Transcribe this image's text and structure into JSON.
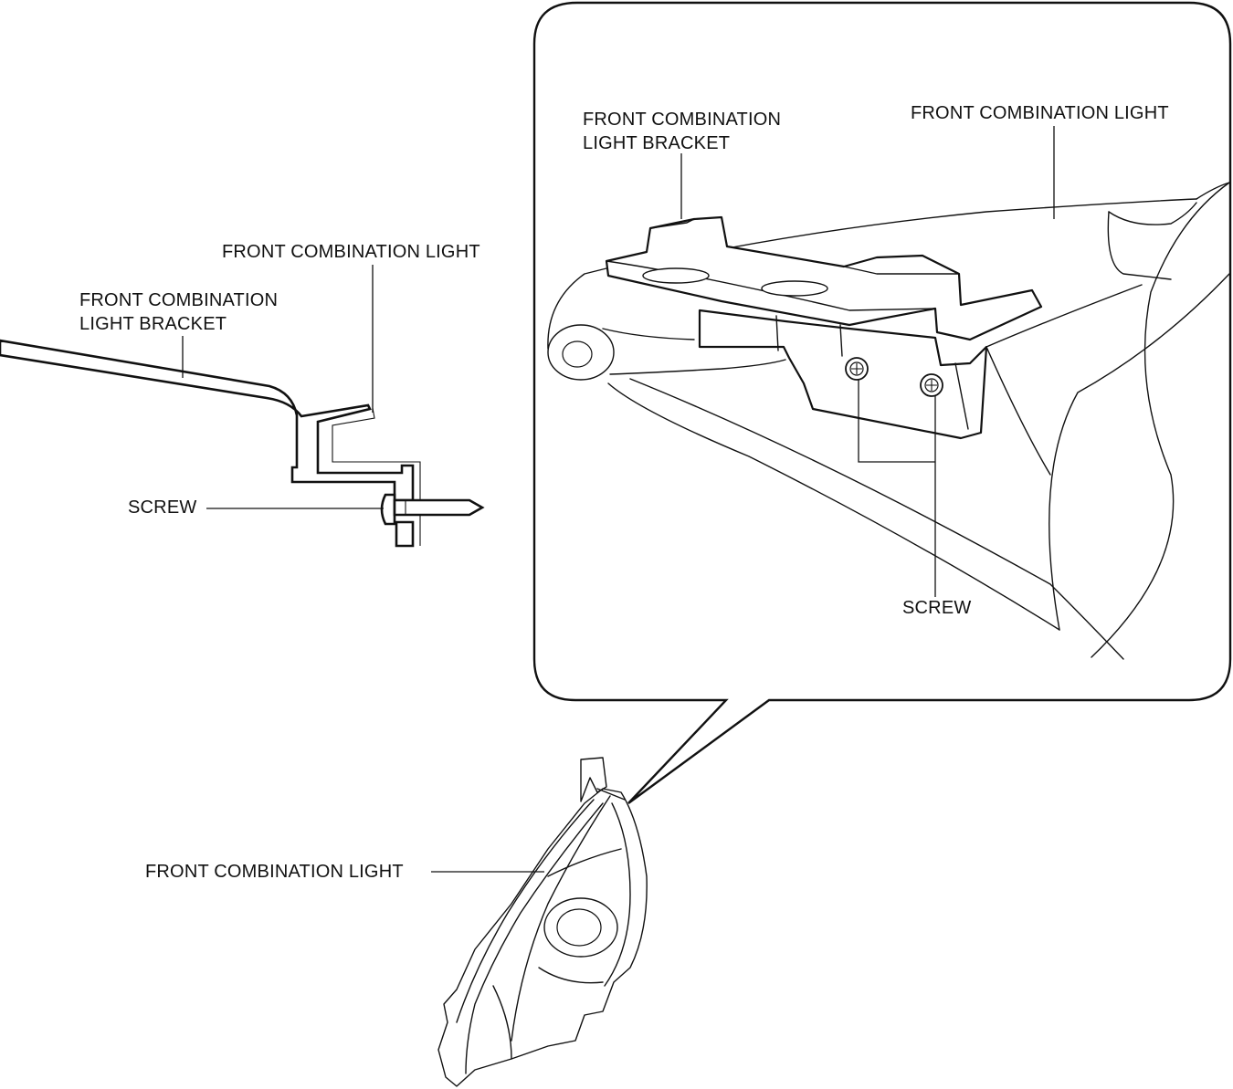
{
  "labels": {
    "section_light": "FRONT COMBINATION LIGHT",
    "section_bracket_line1": "FRONT COMBINATION",
    "section_bracket_line2": "LIGHT BRACKET",
    "section_screw": "SCREW",
    "detail_bracket_line1": "FRONT COMBINATION",
    "detail_bracket_line2": "LIGHT BRACKET",
    "detail_light": "FRONT COMBINATION LIGHT",
    "detail_screw": "SCREW",
    "overview_light": "FRONT COMBINATION LIGHT"
  }
}
